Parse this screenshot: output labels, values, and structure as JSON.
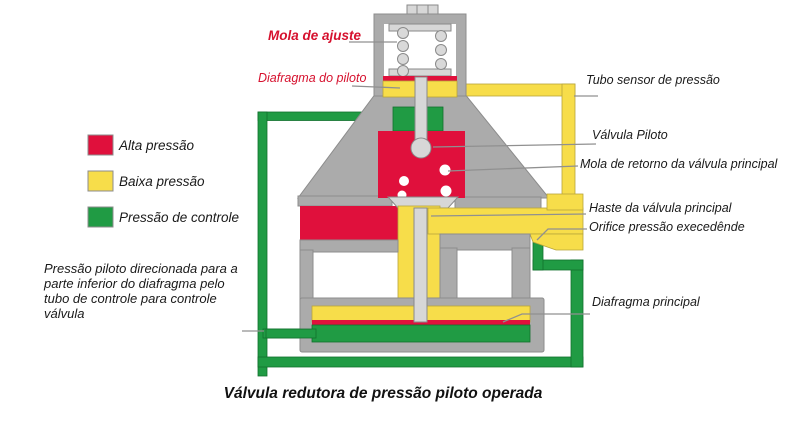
{
  "title": "Válvula redutora de pressão piloto operada",
  "legend": {
    "items": [
      {
        "label": "Alta pressão",
        "color": "#e0103c"
      },
      {
        "label": "Baixa pressão",
        "color": "#f7dd4a"
      },
      {
        "label": "Pressão de controle",
        "color": "#209b44"
      }
    ]
  },
  "labels": {
    "adjust_spring": "Mola de ajuste",
    "pilot_diaphragm": "Diafragma do piloto",
    "sensor_tube": "Tubo sensor de pressão",
    "pilot_valve": "Válvula Piloto",
    "return_spring": "Mola de retorno da válvula principal",
    "main_stem": "Haste da válvula principal",
    "excess_orifice": "Orifice pressão execedênde",
    "main_diaphragm": "Diafragma principal"
  },
  "note": {
    "lines": [
      "Pressão piloto direcionada para a",
      "parte inferior do diafragma pelo",
      "tubo de controle para controle",
      "válvula"
    ]
  },
  "colors": {
    "high_pressure": "#e0103c",
    "low_pressure": "#f7dd4a",
    "control_pressure": "#209b44",
    "body_gray": "#ababab",
    "label_red": "#d6112e"
  }
}
